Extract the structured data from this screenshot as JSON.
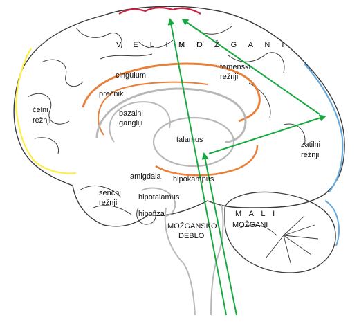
{
  "diagram": {
    "labels": {
      "cerebrum_line1": "V E L I K I",
      "cerebrum_line2": "M O Ž G A N I",
      "cingulum": "cingulum",
      "precnik": "prečnik",
      "bazalni": "bazalni",
      "gangliji": "gangliji",
      "celni_1": "čelni",
      "celni_2": "režnji",
      "temenski_1": "temenski",
      "temenski_2": "režnji",
      "talamus": "talamus",
      "zatilni_1": "zatilni",
      "zatilni_2": "režnji",
      "amigdala": "amigdala",
      "hipokampus": "hipokampus",
      "sencni_1": "senčni",
      "sencni_2": "režnji",
      "hipotalamus": "hipotalamus",
      "hipofiza": "hipofiza",
      "deblo_1": "MOŽGANSKO",
      "deblo_2": "DEBLO",
      "mali_1": "M A L I",
      "mali_2": "MOŽGANI"
    },
    "colors": {
      "outline": "#3a3a3a",
      "frontal_highlight": "#ffee44",
      "parietal_highlight": "#cc2244",
      "occipital_highlight": "#66aadd",
      "cingulum": "#e8803a",
      "inner_structures": "#b8b8b8",
      "arrows": "#18a840"
    }
  }
}
